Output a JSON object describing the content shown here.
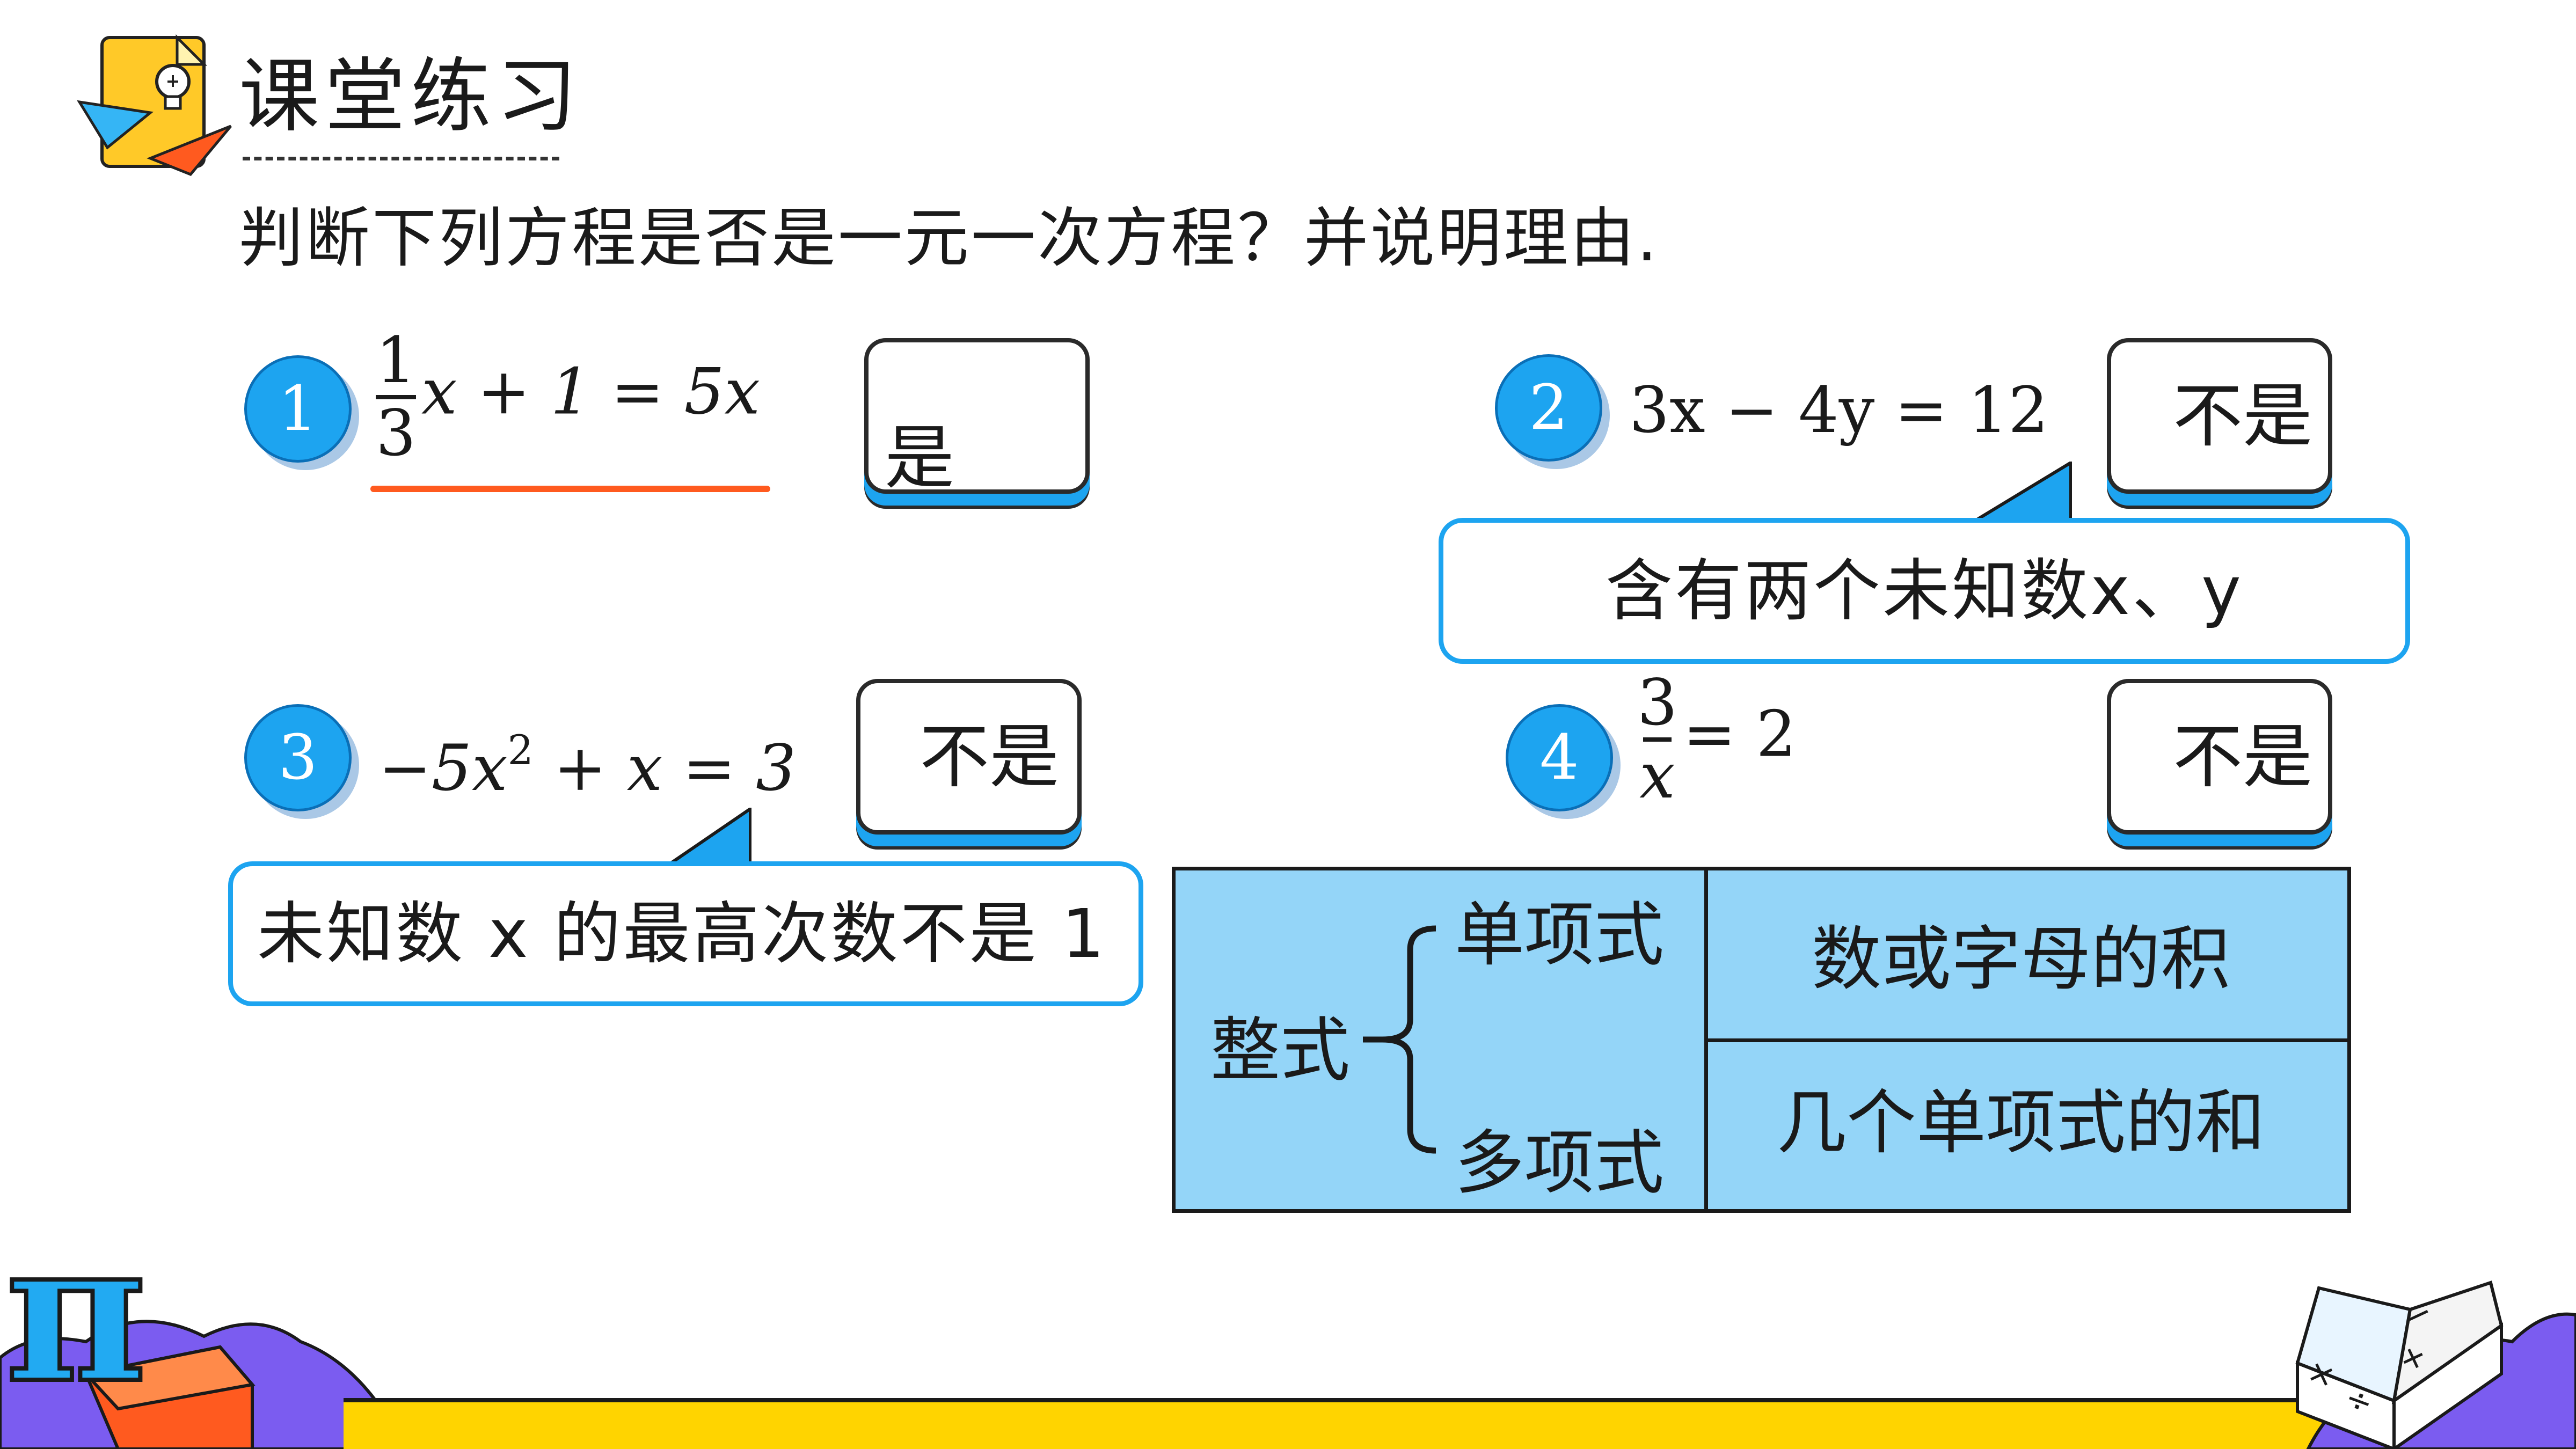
{
  "header": {
    "title": "课堂练习",
    "prompt": "判断下列方程是否是一元一次方程？并说明理由."
  },
  "questions": [
    {
      "number": "1",
      "fraction_numerator": "1",
      "fraction_denominator": "3",
      "equation_rest": "x + 1 = 5x",
      "answer": "是"
    },
    {
      "number": "2",
      "equation": "3x − 4y = 12",
      "answer": "不是",
      "reason": "含有两个未知数x、y"
    },
    {
      "number": "3",
      "equation_prefix": "−5x",
      "exponent": "2",
      "equation_suffix": " + x = 3",
      "answer": "不是",
      "reason": "未知数  x 的最高次数不是 1"
    },
    {
      "number": "4",
      "fraction_numerator": "3",
      "fraction_denominator": "x",
      "equation_rest": "= 2",
      "answer": "不是"
    }
  ],
  "polynomial_table": {
    "root": "整式",
    "branches": [
      {
        "name": "单项式",
        "definition": "数或字母的积"
      },
      {
        "name": "多项式",
        "definition": "几个单项式的和"
      }
    ]
  },
  "decor": {
    "pi_symbol": "π",
    "book_symbols": [
      "−",
      "+",
      "×",
      "÷"
    ]
  },
  "colors": {
    "accent_blue": "#1da4f0",
    "cell_blue": "#94d5f8",
    "underline_orange": "#ff5a1f",
    "footer_yellow": "#ffd400",
    "footer_purple": "#7b5cf0"
  }
}
